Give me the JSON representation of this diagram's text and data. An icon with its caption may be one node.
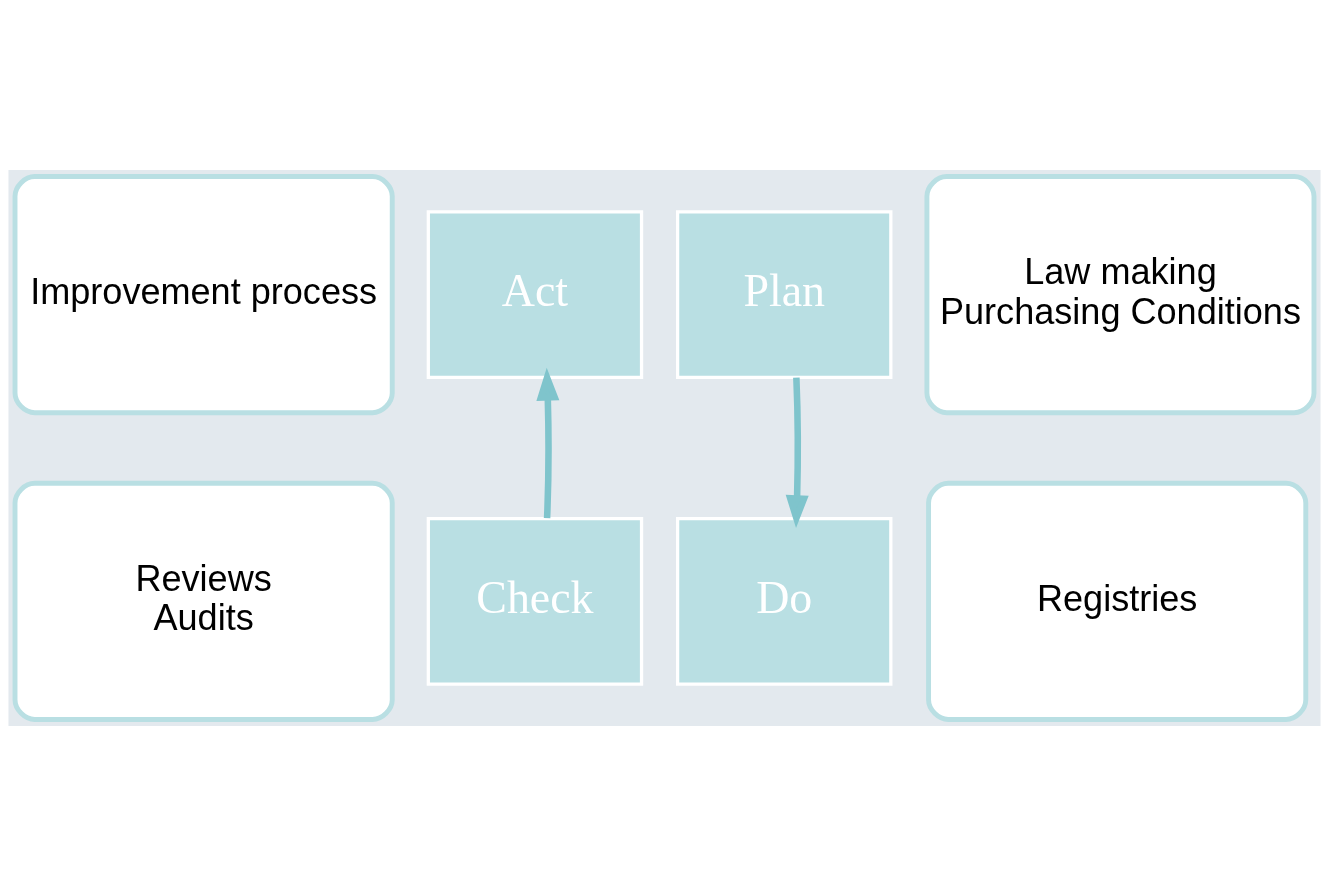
{
  "diagram": {
    "nodes": [
      {
        "text": [
          "Improvement process"
        ]
      },
      {
        "text": [
          "Law making",
          "Purchasing Conditions"
        ]
      },
      {
        "text": [
          "Reviews",
          "Audits"
        ]
      },
      {
        "text": [
          "Registries"
        ]
      },
      {
        "text": [
          "Act"
        ]
      },
      {
        "text": [
          "Plan"
        ]
      },
      {
        "text": [
          "Check"
        ]
      },
      {
        "text": [
          "Do"
        ]
      }
    ],
    "edges": [
      {
        "from": 5,
        "to": 7,
        "arrow": "to"
      },
      {
        "from": 6,
        "to": 4,
        "arrow": "to"
      }
    ]
  }
}
